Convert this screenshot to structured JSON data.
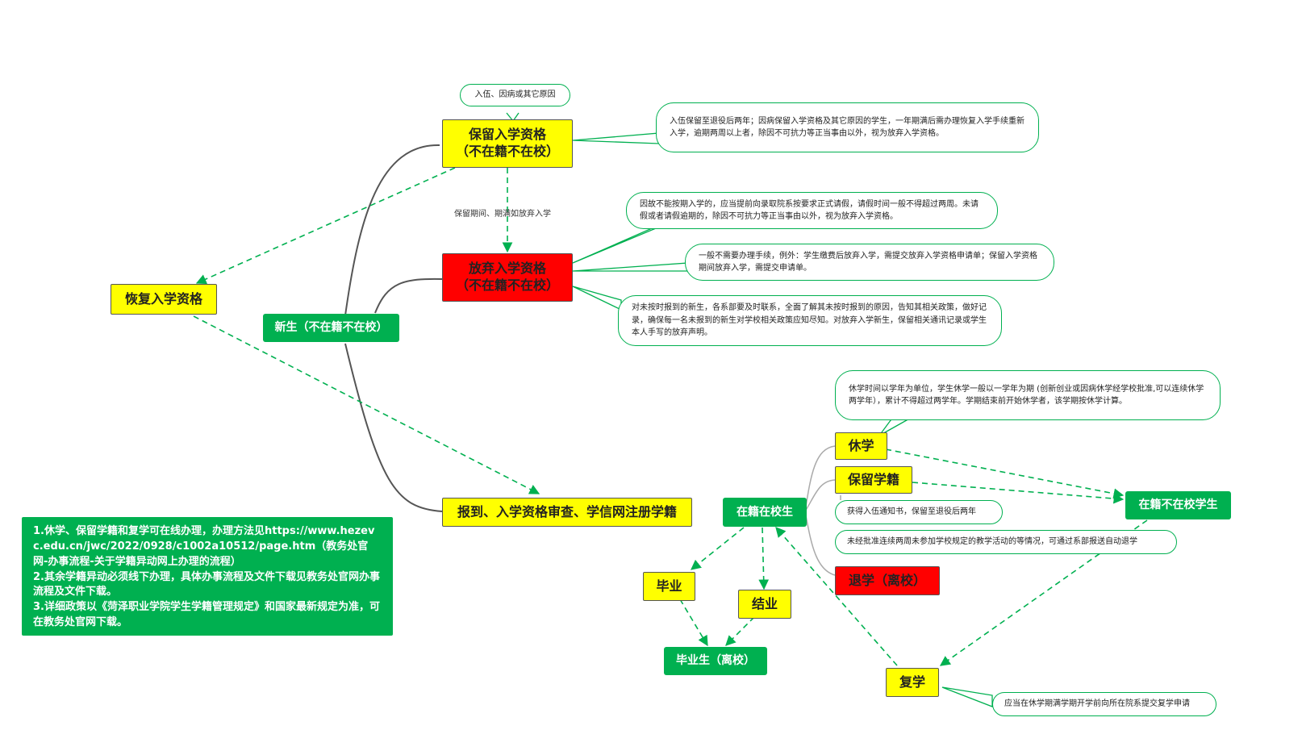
{
  "nodes": {
    "restore": "恢复入学资格",
    "freshman": "新生（不在籍不在校）",
    "reserve": "保留入学资格\n（不在籍不在校）",
    "abandon": "放弃入学资格\n（不在籍不在校）",
    "register": "报到、入学资格审查、学信网注册学籍",
    "enrolled": "在籍在校生",
    "suspend": "休学",
    "keep_status": "保留学籍",
    "not_at_school": "在籍不在校学生",
    "withdraw": "退学（离校）",
    "graduate": "毕业",
    "complete": "结业",
    "alumni": "毕业生（离校）",
    "resume": "复学"
  },
  "labels": {
    "army_reason": "入伍、因病或其它原因",
    "expire_abandon": "保留期间、期满如放弃入学"
  },
  "callouts": {
    "reserve_rule": "入伍保留至退役后两年；因病保留入学资格及其它原因的学生，一年期满后需办理恢复入学手续重新入学，逾期两周以上者，除因不可抗力等正当事由以外，视为放弃入学资格。",
    "leave_rule": "因故不能按期入学的，应当提前向录取院系按要求正式请假，请假时间一般不得超过两周。未请假或者请假逾期的，除因不可抗力等正当事由以外，视为放弃入学资格。",
    "abandon_procedure": "一般不需要办理手续，例外：学生缴费后放弃入学，需提交放弃入学资格申请单；保留入学资格期间放弃入学，需提交申请单。",
    "no_show_rule": "对未按时报到的新生，各系部要及时联系，全面了解其未按时报到的原因，告知其相关政策，做好记录，确保每一名未报到的新生对学校相关政策应知尽知。对放弃入学新生，保留相关通讯记录或学生本人手写的放弃声明。",
    "suspend_rule": "休学时间以学年为单位，学生休学一般以一学年为期 (创新创业或因病休学经学校批准,可以连续休学两学年），累计不得超过两学年。学期结束前开始休学者，该学期按休学计算。",
    "army_notice": "获得入伍通知书，保留至退役后两年",
    "auto_withdraw": "未经批准连续两周未参加学校规定的教学活动的等情况，可通过系部报送自动退学",
    "resume_rule": "应当在休学期满学期开学前向所在院系提交复学申请"
  },
  "note": {
    "line1": "1.休学、保留学籍和复学可在线办理，办理方法见https://www.hezevc.edu.cn/jwc/2022/0928/c1002a10512/page.htm（教务处官网-办事流程-关于学籍异动网上办理的流程）",
    "line2": "2.其余学籍异动必须线下办理，具体办事流程及文件下载见教务处官网办事流程及文件下载。",
    "line3": "3.详细政策以《菏泽职业学院学生学籍管理规定》和国家最新规定为准，可在教务处官网下载。"
  },
  "colors": {
    "yellow": "#ffff00",
    "red": "#ff0000",
    "green": "#00b050",
    "line": "#555555"
  }
}
